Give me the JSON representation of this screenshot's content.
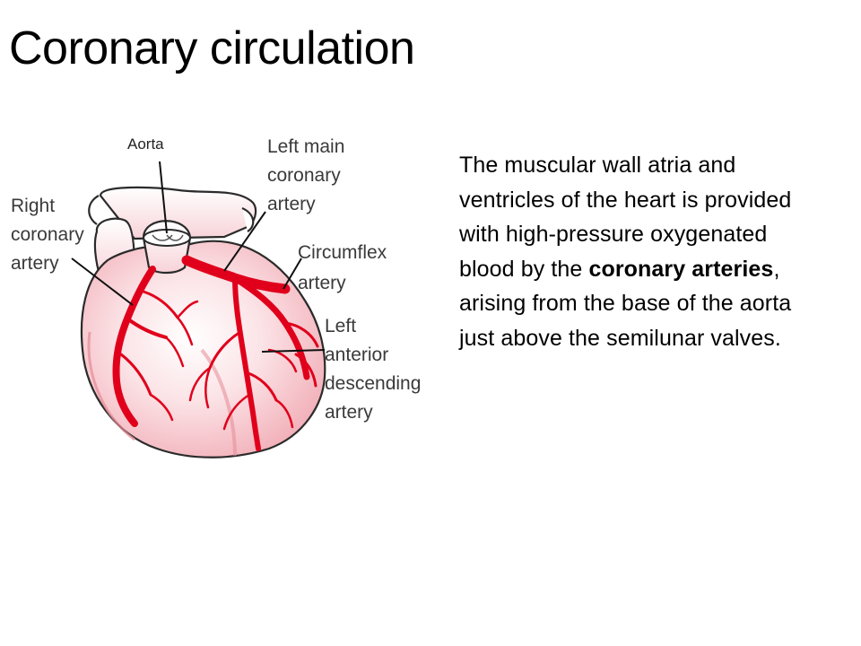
{
  "slide": {
    "title": "Coronary circulation"
  },
  "diagram": {
    "labels": {
      "aorta": "Aorta",
      "left_main_coronary_artery": [
        "Left main",
        "coronary",
        "artery"
      ],
      "right_coronary_artery": [
        "Right",
        "coronary",
        "artery"
      ],
      "circumflex_artery": [
        "Circumflex",
        "artery"
      ],
      "left_anterior_descending_artery": [
        "Left",
        "anterior",
        "descending",
        "artery"
      ]
    },
    "colors": {
      "heart_fill": "#f6c3ca",
      "heart_outline": "#2b2b2b",
      "artery": "#e0001b",
      "vessel_fill": "#ffffff"
    }
  },
  "description": {
    "part1": "The muscular wall atria and ventricles of the heart is provided with high-pressure oxygenated blood by the ",
    "bold": "coronary arteries",
    "part2": ", arising from the base of the aorta just above the semilunar valves."
  }
}
